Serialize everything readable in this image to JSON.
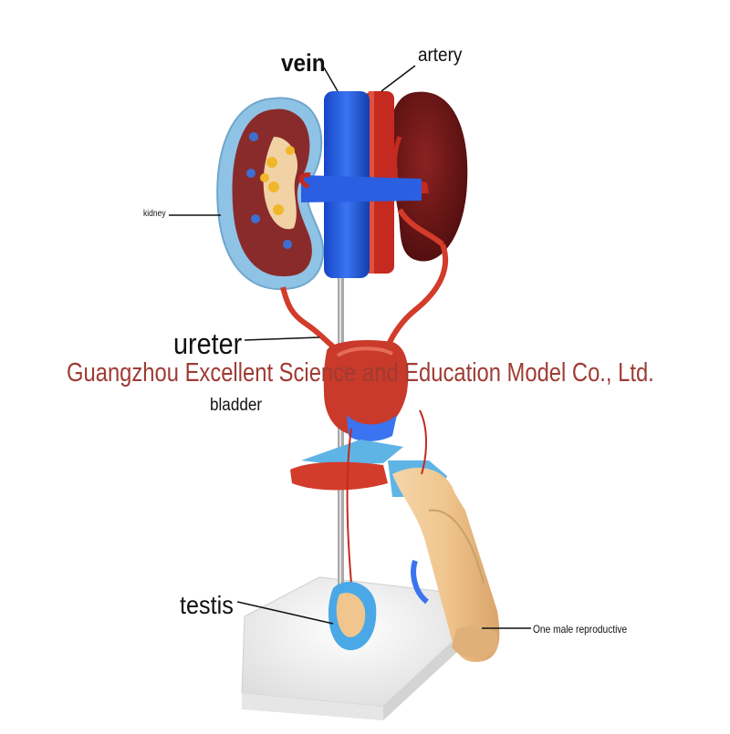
{
  "labels": {
    "vein": "vein",
    "artery": "artery",
    "kidney": "kidney",
    "ureter": "ureter",
    "bladder": "bladder",
    "testis": "testis",
    "reproductive": "One male reproductive"
  },
  "watermark": "Guangzhou Excellent Science and Education Model Co., Ltd.",
  "colors": {
    "vein": "#1e4fd6",
    "artery": "#c42a1f",
    "kidney_right": "#6b1414",
    "kidney_left_cortex": "#8a2b2b",
    "kidney_capsule": "#8fc3e6",
    "skin": "#f1cf9d",
    "base": "#f3f3f3",
    "watermark": "#9e3b33"
  }
}
